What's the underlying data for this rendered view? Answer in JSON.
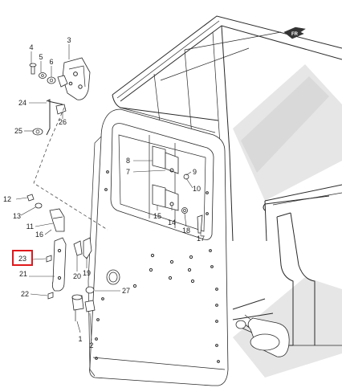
{
  "diagram": {
    "callouts": [
      {
        "id": "c1",
        "text": "1"
      },
      {
        "id": "c2",
        "text": "2"
      },
      {
        "id": "c3",
        "text": "3"
      },
      {
        "id": "c4",
        "text": "4"
      },
      {
        "id": "c5",
        "text": "5"
      },
      {
        "id": "c6",
        "text": "6"
      },
      {
        "id": "c7",
        "text": "7"
      },
      {
        "id": "c8",
        "text": "8"
      },
      {
        "id": "c9",
        "text": "9"
      },
      {
        "id": "c10",
        "text": "10"
      },
      {
        "id": "c11",
        "text": "11"
      },
      {
        "id": "c12",
        "text": "12"
      },
      {
        "id": "c13",
        "text": "13"
      },
      {
        "id": "c14",
        "text": "14"
      },
      {
        "id": "c15",
        "text": "15"
      },
      {
        "id": "c16",
        "text": "16"
      },
      {
        "id": "c17",
        "text": "17"
      },
      {
        "id": "c18",
        "text": "18"
      },
      {
        "id": "c19",
        "text": "19"
      },
      {
        "id": "c20",
        "text": "20"
      },
      {
        "id": "c21",
        "text": "21"
      },
      {
        "id": "c22",
        "text": "22"
      },
      {
        "id": "c23",
        "text": "23"
      },
      {
        "id": "c24",
        "text": "24"
      },
      {
        "id": "c25",
        "text": "25"
      },
      {
        "id": "c26",
        "text": "26"
      },
      {
        "id": "c27",
        "text": "27"
      }
    ],
    "highlighted_callout": "23",
    "highlight_color": "#e0181c",
    "front_marker": {
      "text": "FR",
      "icon": "front-arrow-icon"
    }
  }
}
